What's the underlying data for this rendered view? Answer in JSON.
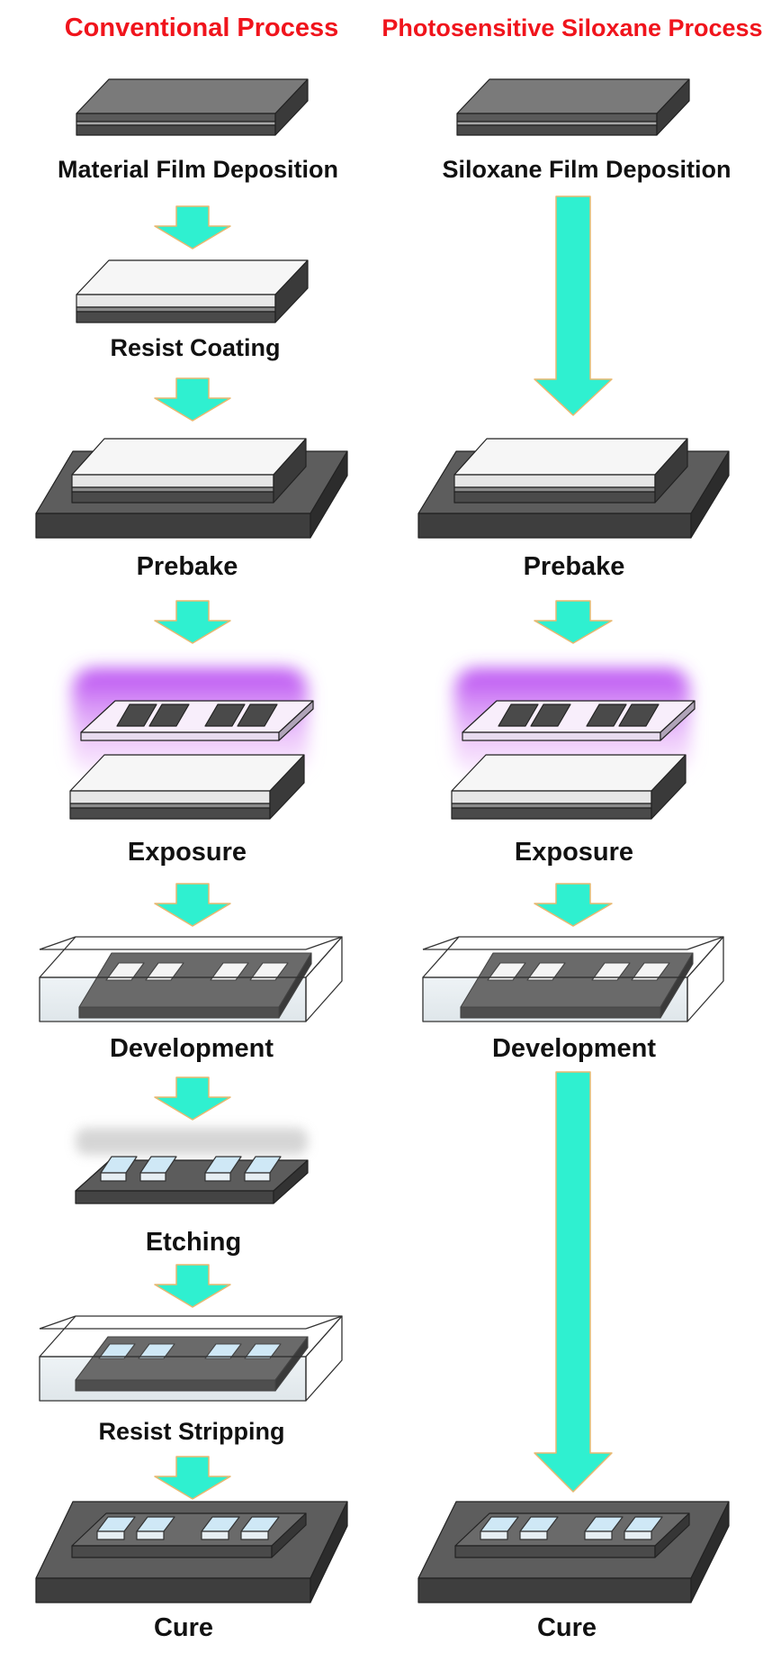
{
  "headers": {
    "conventional": "Conventional Process",
    "siloxane": "Photosensitive Siloxane Process"
  },
  "conventional_steps": [
    "Material Film Deposition",
    "Resist Coating",
    "Prebake",
    "Exposure",
    "Development",
    "Etching",
    "Resist Stripping",
    "Cure"
  ],
  "siloxane_steps": [
    "Siloxane Film Deposition",
    "Prebake",
    "Exposure",
    "Development",
    "Cure"
  ],
  "colors": {
    "header": "#f0141c",
    "arrow": "#2ff0d0",
    "arrow_outline": "#e8b870",
    "uv_glow": "#c050f0",
    "substrate": "#555555",
    "resist": "#f4f4f4",
    "pattern": "#cfe8f6"
  }
}
